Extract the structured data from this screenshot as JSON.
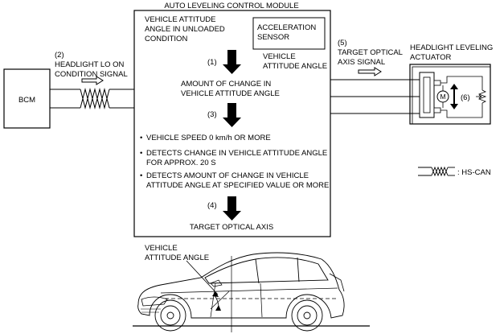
{
  "module": {
    "title": "AUTO LEVELING CONTROL MODULE",
    "unloaded_angle_line1": "VEHICLE ATTITUDE",
    "unloaded_angle_line2": "ANGLE IN UNLOADED",
    "unloaded_angle_line3": "CONDITION",
    "sensor_line1": "ACCELERATION",
    "sensor_line2": "SENSOR",
    "sensor_out_line1": "VEHICLE",
    "sensor_out_line2": "ATTITUDE ANGLE",
    "step1_num": "(1)",
    "change_line1": "AMOUNT OF CHANGE IN",
    "change_line2": "VEHICLE ATTITUDE ANGLE",
    "step3_num": "(3)",
    "condition1": "VEHICLE SPEED 0 km/h OR MORE",
    "condition2_line1": "DETECTS CHANGE IN VEHICLE ATTITUDE ANGLE",
    "condition2_line2": "FOR APPROX. 20 S",
    "condition3_line1": "DETECTS AMOUNT OF CHANGE IN VEHICLE",
    "condition3_line2": "ATTITUDE ANGLE AT SPECIFIED VALUE OR MORE",
    "bullet": "•",
    "step4_num": "(4)",
    "target_axis": "TARGET OPTICAL AXIS"
  },
  "bcm": {
    "label": "BCM"
  },
  "signal_headlight": {
    "num": "(2)",
    "line1": "HEADLIGHT LO ON",
    "line2": "CONDITION SIGNAL"
  },
  "signal_target": {
    "num": "(5)",
    "line1": "TARGET OPTICAL",
    "line2": "AXIS SIGNAL"
  },
  "actuator": {
    "line1": "HEADLIGHT LEVELING",
    "line2": "ACTUATOR",
    "motor": "M",
    "num": "(6)"
  },
  "legend": {
    "hs_can": ": HS-CAN"
  },
  "vehicle": {
    "line1": "VEHICLE",
    "line2": "ATTITUDE ANGLE"
  }
}
